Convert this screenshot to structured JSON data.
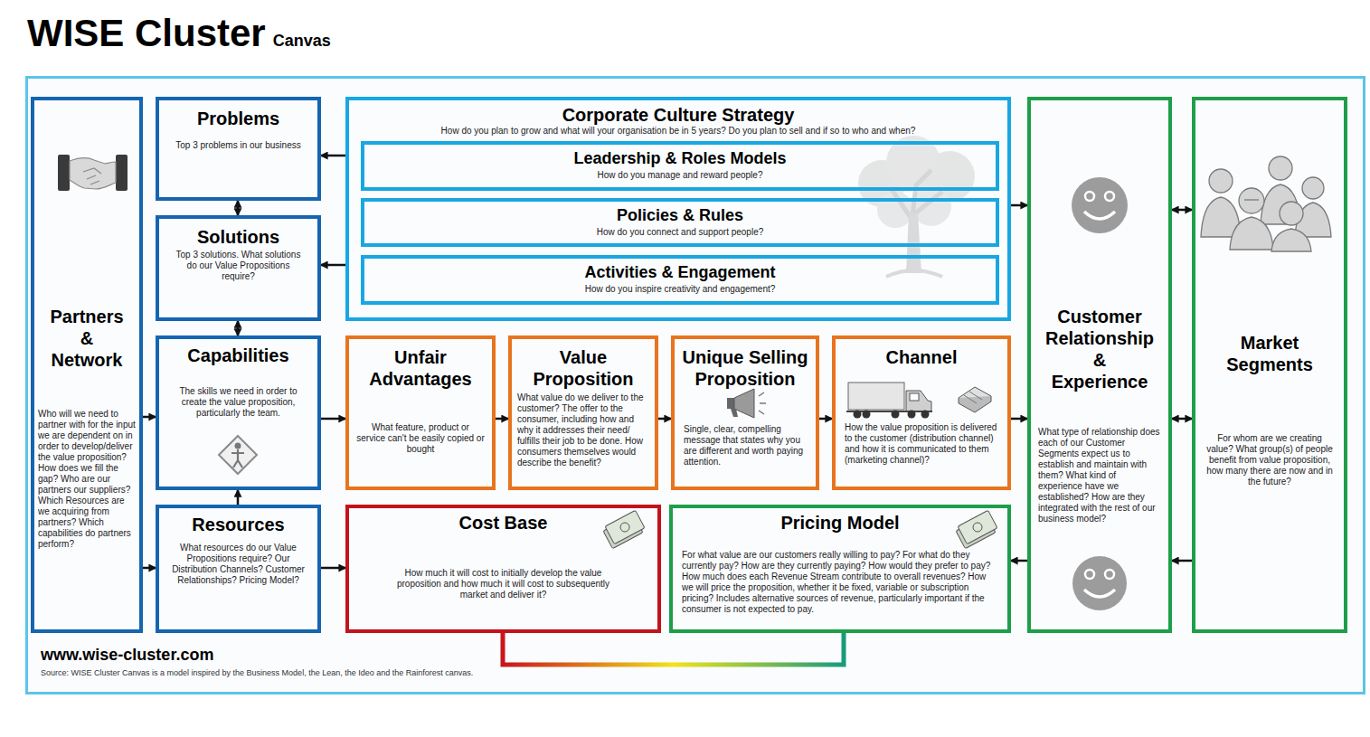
{
  "diagram": {
    "title": "WISE Cluster",
    "caption": "Source: WISE Cluster Canvas is a model inspired by the Business Model, the Lean, the Ideo and the Rainforest canvas.",
    "nodes": [
      {
        "text": [
          "Partners & Network",
          "Who will we need to partner with for the input we are dependent on in order to develop/deliver the value proposition? How does we fill the gap? Who are our partners our suppliers? Which Resources are we acquiring from partners? Which capabilities do partners perform?"
        ]
      },
      {
        "text": [
          "Problems",
          "Top 3 problems in our business"
        ]
      },
      {
        "text": [
          "Solutions",
          "Top 3 solutions. What solutions do our Value Propositions require?"
        ]
      },
      {
        "text": [
          "Capabilities",
          "The skills we need in order to create the value proposition, particularly the team."
        ]
      },
      {
        "text": [
          "Resources",
          "What resources do our Value Propositions require? Our Distribution Channels? Customer Relationships? Pricing Model?"
        ]
      },
      {
        "text": [
          "Corporate Culture Strategy",
          "How do you plan to grow and what will your organisation be in 5 years? Do you plan to sell and if so to who and when?"
        ]
      },
      {
        "text": [
          "Leadership & Roles Models",
          "How do you manage and reward people?"
        ],
        "in": 5
      },
      {
        "text": [
          "Policies & Rules",
          "How do you connect and support people?"
        ],
        "in": 5
      },
      {
        "text": [
          "Activities & Engagement",
          "How do you inspire creativity and engagement?"
        ],
        "in": 5
      },
      {
        "text": [
          "Unfair Advantages",
          "What feature, product or service can't be easily copied or bought"
        ]
      },
      {
        "text": [
          "Value Proposition",
          "What value do we deliver to the customer? The offer to the consumer, including how and why it addresses their need/ fulfills their job to be done. How consumers themselves would describe the benefit?"
        ]
      },
      {
        "text": [
          "Unique Selling Proposition",
          "Single, clear, compelling message that states why you are different and worth paying attention."
        ]
      },
      {
        "text": [
          "Channel",
          "How the value proposition is delivered to the customer (distribution channel) and how it is communicated to them (marketing channel)?"
        ]
      },
      {
        "text": [
          "Cost Base",
          "How much it will cost to initially develop the value proposition and how much it will cost to subsequently market and deliver it?"
        ]
      },
      {
        "text": [
          "Pricing Model",
          "For what value are our customers really willing to pay? For what do they currently pay? How are they currently paying? How would they prefer to pay? How much does each Revenue Stream contribute to overall revenues? How we will price the proposition, whether it be fixed, variable or subscription pricing? Includes alternative sources of revenue, particularly important if the consumer is not expected to pay."
        ]
      },
      {
        "text": [
          "Customer Relationship & Experience",
          "What type of relationship does each of our Customer Segments expect us to establish and maintain with them? What kind of experience have we established? How are they integrated with the rest of our business model?"
        ]
      },
      {
        "text": [
          "Market Segments",
          "For whom are we creating value? What group(s) of people benefit from value proposition, how many there are now and in the future?"
        ]
      }
    ],
    "edges": [
      {
        "from": 5,
        "to": 1,
        "arrow": "to"
      },
      {
        "from": 5,
        "to": 2,
        "arrow": "to"
      },
      {
        "from": 5,
        "to": 15,
        "arrow": "to"
      },
      {
        "from": 1,
        "to": 2,
        "arrow": "both"
      },
      {
        "from": 2,
        "to": 3,
        "arrow": "both"
      },
      {
        "from": 4,
        "to": 3,
        "arrow": "to"
      },
      {
        "from": 0,
        "to": 3,
        "arrow": "to"
      },
      {
        "from": 0,
        "to": 4,
        "arrow": "to"
      },
      {
        "from": 3,
        "to": 9,
        "arrow": "to"
      },
      {
        "from": 9,
        "to": 10,
        "arrow": "to"
      },
      {
        "from": 10,
        "to": 11,
        "arrow": "to"
      },
      {
        "from": 11,
        "to": 12,
        "arrow": "to"
      },
      {
        "from": 12,
        "to": 15,
        "arrow": "to"
      },
      {
        "from": 4,
        "to": 13,
        "arrow": "to"
      },
      {
        "from": 15,
        "to": 14,
        "arrow": "to"
      },
      {
        "from": 15,
        "to": 16,
        "arrow": "both"
      },
      {
        "from": 15,
        "to": 16,
        "arrow": "both"
      },
      {
        "from": 16,
        "to": 15,
        "arrow": "to"
      },
      {
        "from": 13,
        "to": 14,
        "arrow": "none"
      }
    ],
    "labels": [
      "Canvas",
      "www.wise-cluster.com"
    ]
  }
}
